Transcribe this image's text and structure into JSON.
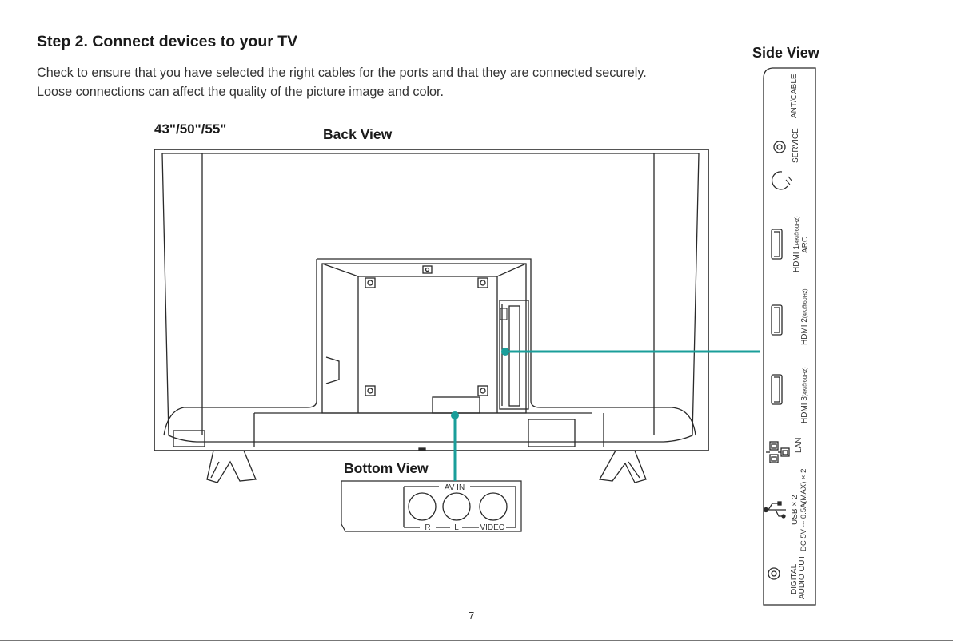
{
  "heading": "Step 2. Connect devices to your TV",
  "intro": {
    "line1": "Check to ensure that you have selected the right cables for the ports and that they are connected securely.",
    "line2": "Loose connections can affect the quality of the picture image and color."
  },
  "tv_sizes": "43\"/50\"/55\"",
  "views": {
    "back": "Back View",
    "bottom": "Bottom View",
    "side": "Side View"
  },
  "bottom_panel": {
    "group_label": "AV IN",
    "jacks": [
      "R",
      "L",
      "VIDEO"
    ]
  },
  "side_ports": {
    "ant": "ANT/CABLE",
    "service": "SERVICE",
    "hdmi1": "HDMI 1",
    "hdmi1_spec": "(4K@60Hz)",
    "hdmi1_arc": "ARC",
    "hdmi2": "HDMI 2",
    "hdmi2_spec": "(4K@60Hz)",
    "hdmi3": "HDMI 3",
    "hdmi3_spec": "(4K@60Hz)",
    "lan": "LAN",
    "usb1": "USB × 2",
    "usb2": "DC 5V ⎓ 0.5A(MAX) × 2",
    "digital1": "DIGITAL",
    "digital2": "AUDIO OUT"
  },
  "page_number": "7",
  "colors": {
    "callout": "#1a9e9a",
    "outline": "#2a2a2a"
  }
}
